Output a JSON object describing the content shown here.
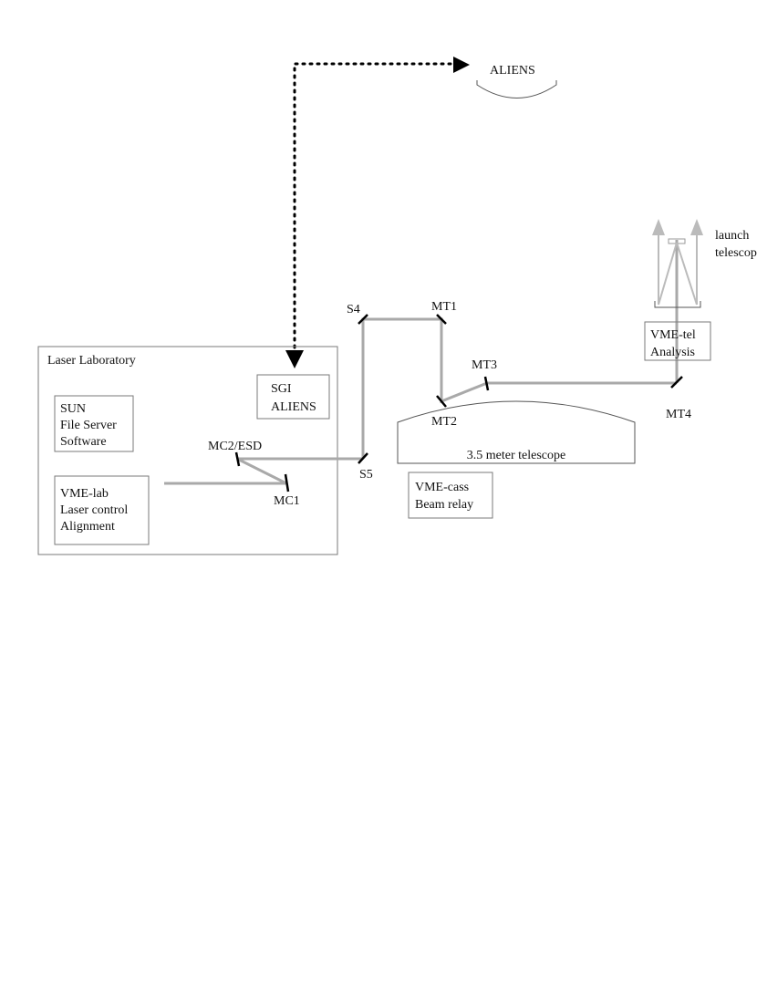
{
  "aliens_label": "ALIENS",
  "lab": {
    "title": "Laser Laboratory"
  },
  "sun_box": {
    "line1": "SUN",
    "line2": "File Server",
    "line3": "Software"
  },
  "vmelab_box": {
    "line1": "VME-lab",
    "line2": "Laser control",
    "line3": "Alignment"
  },
  "sgi_box": {
    "line1": "SGI",
    "line2": "ALIENS"
  },
  "vmecass_box": {
    "line1": "VME-cass",
    "line2": "Beam relay"
  },
  "vmetel_box": {
    "line1": "VME-tel",
    "line2": "Analysis"
  },
  "telescope_label": "3.5 meter telescope",
  "launch_label": {
    "line1": "launch",
    "line2": "telescope"
  },
  "mirrors": {
    "mc1": "MC1",
    "mc2": "MC2/ESD",
    "s4": "S4",
    "s5": "S5",
    "mt1": "MT1",
    "mt2": "MT2",
    "mt3": "MT3",
    "mt4": "MT4"
  },
  "colors": {
    "beam": "#a9a9a9",
    "box_border": "#7a7a7a",
    "mirror": "#000000"
  }
}
